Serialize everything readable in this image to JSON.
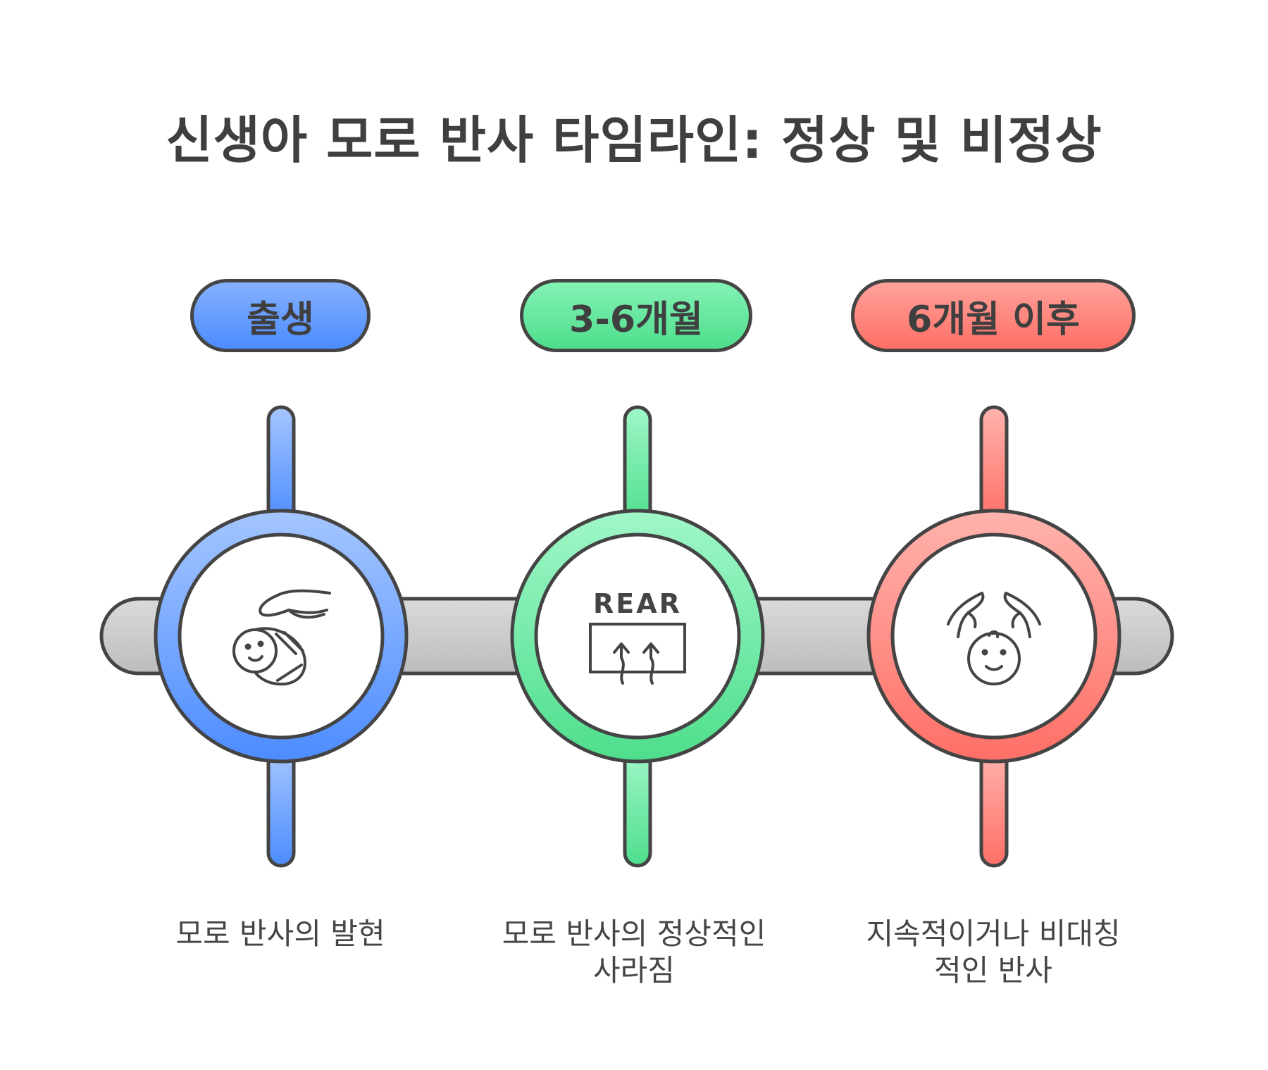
{
  "title": "신생아 모로 반사 타임라인: 정상 및 비정상",
  "colors": {
    "blue": "#4c8cff",
    "green": "#4ede8c",
    "red": "#ff6f66",
    "outline": "#444444",
    "bar": "#c9c9c9"
  },
  "stages": [
    {
      "label": "출생",
      "icon": "swaddled-baby-with-hand-icon",
      "caption_lines": [
        "모로 반사의 발현"
      ]
    },
    {
      "label": "3-6개월",
      "icon": "rear-arrows-icon",
      "icon_text": "REAR",
      "caption_lines": [
        "모로 반사의 정상적인",
        "사라짐"
      ]
    },
    {
      "label": "6개월 이후",
      "icon": "baby-face-with-hands-icon",
      "caption_lines": [
        "지속적이거나 비대칭",
        "적인 반사"
      ]
    }
  ]
}
